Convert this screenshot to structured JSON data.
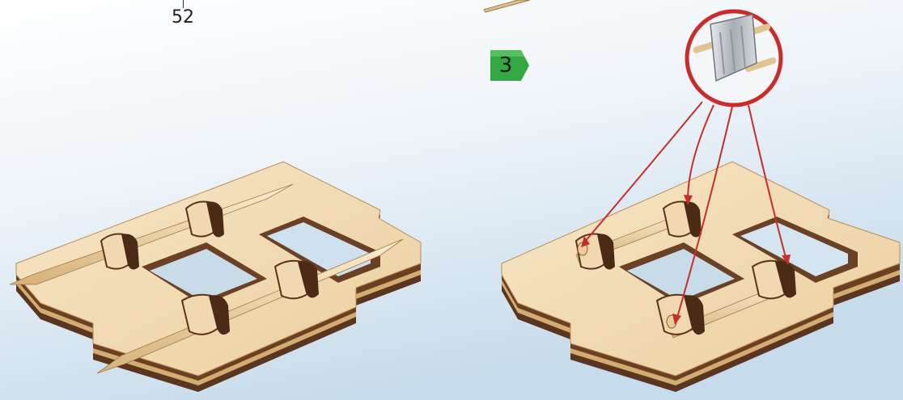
{
  "callout": {
    "part_number": "52"
  },
  "step": {
    "number": "3"
  },
  "colors": {
    "background_top": "#ffffff",
    "background_bottom": "#c9dcec",
    "wood_light": "#f3dfbd",
    "wood_mid": "#e7c894",
    "wood_dark": "#5a3520",
    "step_badge_green": "#33a842",
    "callout_red": "#cc2b2b"
  },
  "icons": [
    "wooden-frame-left",
    "wooden-frame-right",
    "toothpick-axle",
    "axle-bearing",
    "cutter-blade-icon",
    "magnifier-callout",
    "pointer-arrow"
  ]
}
